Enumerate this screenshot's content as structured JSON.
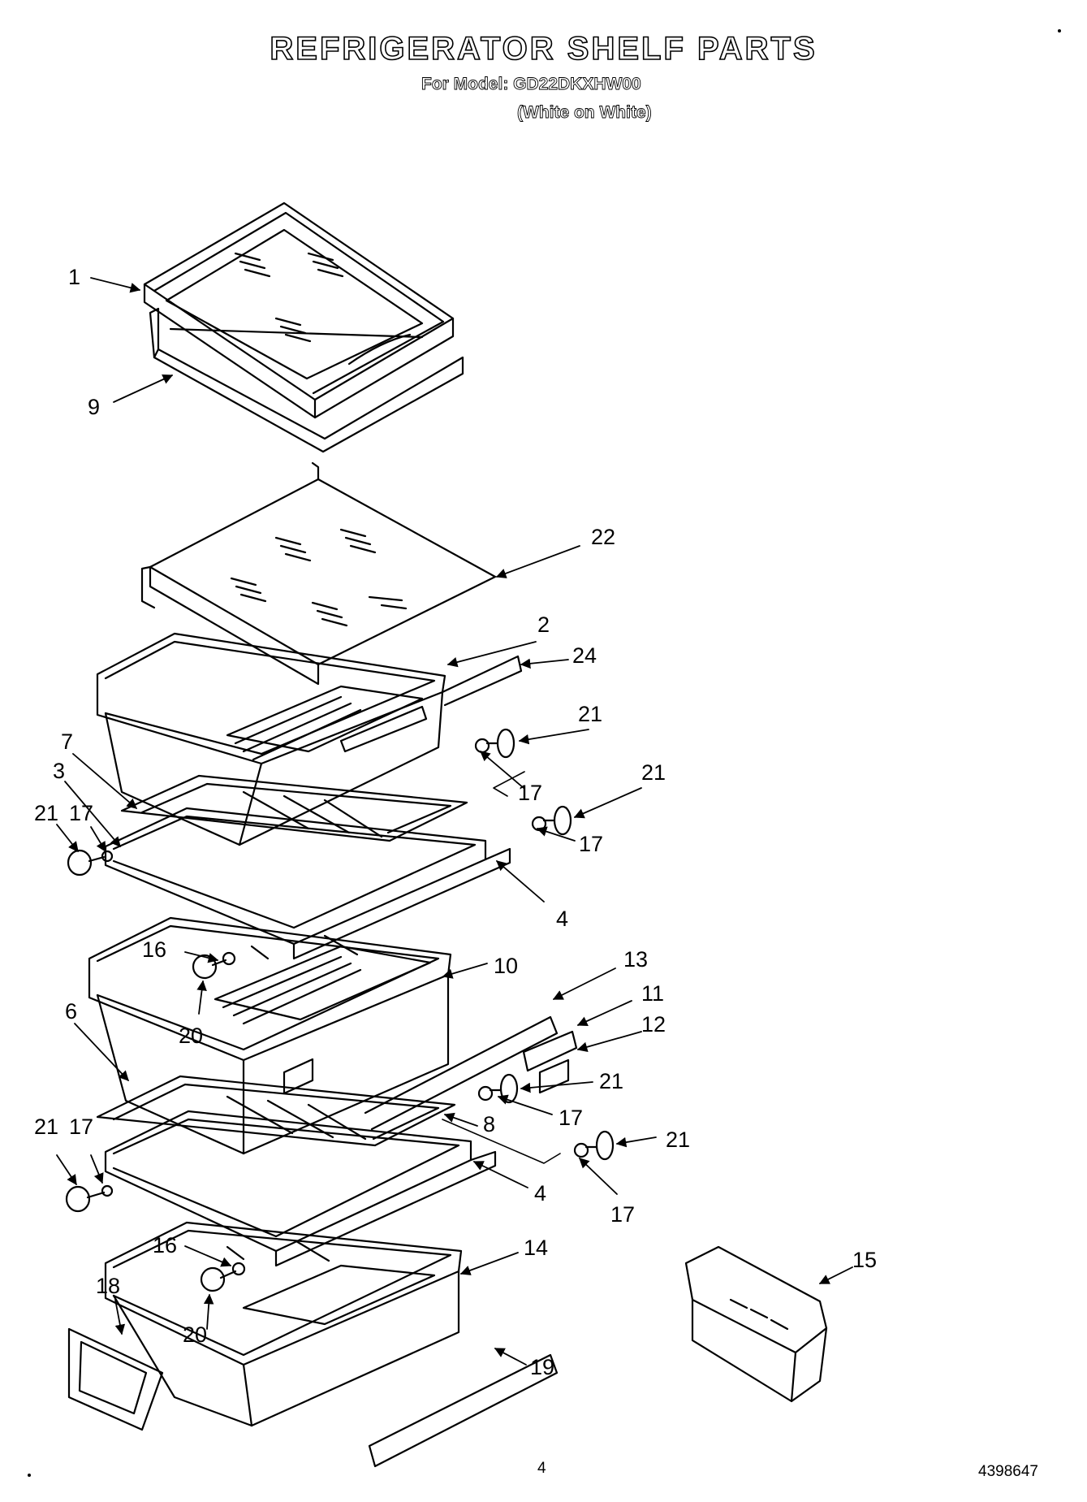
{
  "header": {
    "title": "REFRIGERATOR SHELF PARTS",
    "model_line": "For Model: GD22DKXHW00",
    "color_line": "(White on White)"
  },
  "callouts": [
    {
      "id": "c1",
      "text": "1"
    },
    {
      "id": "c9",
      "text": "9"
    },
    {
      "id": "c22",
      "text": "22"
    },
    {
      "id": "c2",
      "text": "2"
    },
    {
      "id": "c24",
      "text": "24"
    },
    {
      "id": "c21a",
      "text": "21"
    },
    {
      "id": "c17a",
      "text": "17"
    },
    {
      "id": "c21b",
      "text": "21"
    },
    {
      "id": "c17b",
      "text": "17"
    },
    {
      "id": "c7",
      "text": "7"
    },
    {
      "id": "c3",
      "text": "3"
    },
    {
      "id": "c21c",
      "text": "21"
    },
    {
      "id": "c17c",
      "text": "17"
    },
    {
      "id": "c4a",
      "text": "4"
    },
    {
      "id": "c16a",
      "text": "16"
    },
    {
      "id": "c20a",
      "text": "20"
    },
    {
      "id": "c10",
      "text": "10"
    },
    {
      "id": "c13",
      "text": "13"
    },
    {
      "id": "c11",
      "text": "11"
    },
    {
      "id": "c12",
      "text": "12"
    },
    {
      "id": "c6",
      "text": "6"
    },
    {
      "id": "c21d",
      "text": "21"
    },
    {
      "id": "c17d",
      "text": "17"
    },
    {
      "id": "c8",
      "text": "8"
    },
    {
      "id": "c21e",
      "text": "21"
    },
    {
      "id": "c17e",
      "text": "17"
    },
    {
      "id": "c21f",
      "text": "21"
    },
    {
      "id": "c17f",
      "text": "17"
    },
    {
      "id": "c4b",
      "text": "4"
    },
    {
      "id": "c16b",
      "text": "16"
    },
    {
      "id": "c14",
      "text": "14"
    },
    {
      "id": "c15",
      "text": "15"
    },
    {
      "id": "c18",
      "text": "18"
    },
    {
      "id": "c20b",
      "text": "20"
    },
    {
      "id": "c19",
      "text": "19"
    }
  ],
  "footer": {
    "page_number": "4",
    "document_number": "4398647"
  }
}
